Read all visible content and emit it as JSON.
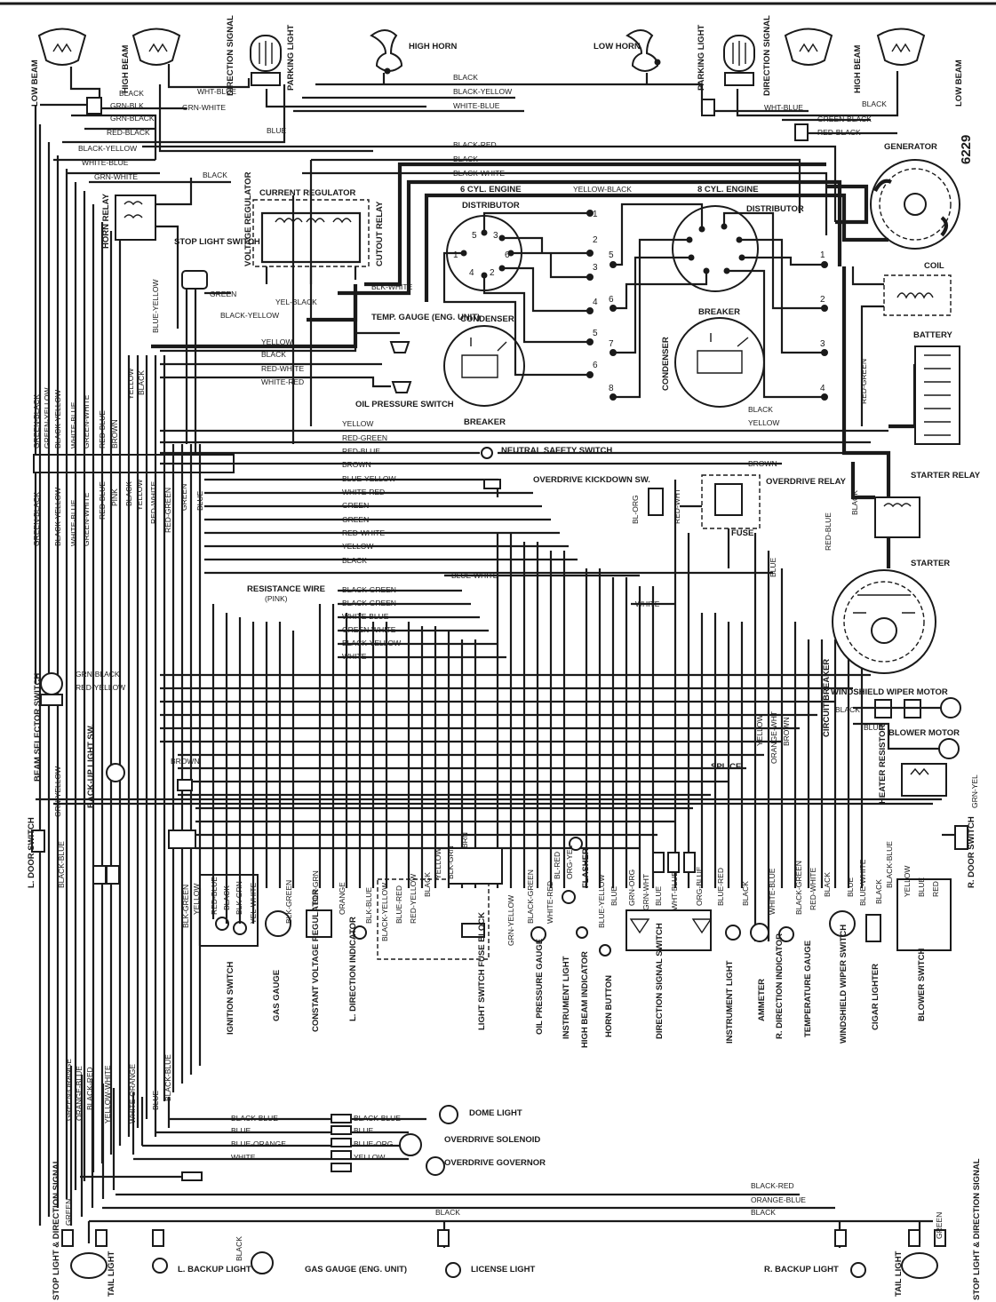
{
  "diagram_id": "6229",
  "components": {
    "low_beam_left": "LOW BEAM",
    "high_beam_left": "HIGH BEAM",
    "direction_signal_left": "DIRECTION SIGNAL",
    "parking_light_left": "PARKING LIGHT",
    "high_horn": "HIGH HORN",
    "low_horn": "LOW HORN",
    "parking_light_right": "PARKING LIGHT",
    "direction_signal_right": "DIRECTION SIGNAL",
    "high_beam_right": "HIGH BEAM",
    "low_beam_right": "LOW BEAM",
    "generator": "GENERATOR",
    "current_regulator": "CURRENT REGULATOR",
    "voltage_regulator": "VOLTAGE REGULATOR",
    "cutout_relay": "CUTOUT RELAY",
    "horn_relay": "HORN RELAY",
    "stop_light_switch": "STOP LIGHT SWITCH",
    "engine_6cyl": "6 CYL. ENGINE",
    "engine_8cyl": "8 CYL. ENGINE",
    "distributor_6": "DISTRIBUTOR",
    "distributor_8": "DISTRIBUTOR",
    "condenser_6": "CONDENSER",
    "condenser_8": "CONDENSER",
    "breaker_6": "BREAKER",
    "breaker_8": "BREAKER",
    "coil": "COIL",
    "battery": "BATTERY",
    "temp_gauge": "TEMP. GAUGE (ENG. UNIT)",
    "oil_pressure_switch": "OIL PRESSURE SWITCH",
    "neutral_safety_switch": "NEUTRAL SAFETY SWITCH",
    "overdrive_kickdown": "OVERDRIVE KICKDOWN SW.",
    "overdrive_relay": "OVERDRIVE RELAY",
    "fuse": "FUSE",
    "starter_relay": "STARTER RELAY",
    "starter": "STARTER",
    "resistance_wire": "RESISTANCE WIRE",
    "resistance_wire_color": "(PINK)",
    "windshield_wiper_motor": "WINDSHIELD WIPER MOTOR",
    "blower_motor": "BLOWER MOTOR",
    "circuit_breaker": "CIRCUIT BREAKER",
    "splice": "SPLICE",
    "heater_resistor": "HEATER RESISTOR",
    "beam_selector_switch": "BEAM SELECTOR SWITCH",
    "back_up_light_sw": "BACK-UP LIGHT SW.",
    "l_door_switch": "L. DOOR SWITCH",
    "r_door_switch": "R. DOOR SWITCH",
    "dome_light": "DOME LIGHT",
    "overdrive_solenoid": "OVERDRIVE SOLENOID",
    "overdrive_governor": "OVERDRIVE GOVERNOR",
    "stop_dir_left": "STOP LIGHT & DIRECTION SIGNAL",
    "tail_light_left": "TAIL LIGHT",
    "l_backup_light": "L. BACKUP LIGHT",
    "gas_gauge_eng": "GAS GAUGE (ENG. UNIT)",
    "license_light": "LICENSE LIGHT",
    "r_backup_light": "R. BACKUP LIGHT",
    "tail_light_right": "TAIL LIGHT",
    "stop_dir_right": "STOP LIGHT & DIRECTION SIGNAL",
    "flasher": "FLASHER"
  },
  "panel_labels": [
    "IGNITION SWITCH",
    "GAS GAUGE",
    "CONSTANT VOLTAGE REGULATOR",
    "L. DIRECTION INDICATOR",
    "LIGHT SWITCH FUSE BLOCK",
    "OIL PRESSURE GAUGE",
    "INSTRUMENT LIGHT",
    "HIGH BEAM INDICATOR",
    "HORN BUTTON",
    "DIRECTION SIGNAL SWITCH",
    "INSTRUMENT LIGHT",
    "AMMETER",
    "R. DIRECTION INDICATOR",
    "TEMPERATURE GAUGE",
    "WINDSHIELD WIPER SWITCH",
    "CIGAR LIGHTER",
    "BLOWER SWITCH"
  ],
  "wire_labels": {
    "front_left": [
      "BLACK",
      "GRN-BLK",
      "GRN-BLACK",
      "RED-BLACK",
      "BLACK-YELLOW",
      "WHITE-BLUE",
      "GRN-WHITE",
      "WHT-BLUE",
      "GRN-WHITE"
    ],
    "front_right": [
      "BLACK",
      "BLACK-YELLOW",
      "WHITE-BLUE",
      "WHT-BLUE",
      "GREEN-BLACK",
      "RED-BLACK",
      "BLACK",
      "BLACK-RED",
      "BLACK",
      "BLACK-WHITE",
      "YELLOW-BLACK"
    ],
    "regulator": [
      "BLACK",
      "YEL-BLACK",
      "BLK-WHITE",
      "GREEN",
      "BLACK-YELLOW",
      "YELLOW",
      "BLACK",
      "RED-WHITE",
      "WHITE-RED"
    ],
    "harness_right": [
      "YELLOW",
      "RED-GREEN",
      "RED-BLUE",
      "BROWN",
      "BLACK",
      "YELLOW",
      "BROWN",
      "BLACK",
      "RED-GREEN",
      "RED-BLUE"
    ],
    "mid": [
      "BLUE-YELLOW",
      "WHITE-RED",
      "GREEN",
      "GREEN",
      "RED-WHITE",
      "YELLOW",
      "BLACK",
      "BLUE",
      "BLUE-WHITE",
      "BLACK-GREEN",
      "BLACK-GREEN",
      "WHITE-BLUE",
      "GREEN-WHITE",
      "BLACK-YELLOW",
      "WHITE",
      "WHITE",
      "BL-ORG",
      "RED-WHT",
      "BLUE"
    ],
    "harness_vertical": [
      "GREEN-BLACK",
      "GREEN-YELLOW",
      "BLACK-YELLOW",
      "WHITE-BLUE",
      "GREEN-WHITE",
      "RED-BLUE",
      "BROWN",
      "GREEN-BLACK",
      "BLACK-YELLOW",
      "WHITE-BLUE",
      "GREEN-WHITE",
      "RED-BLUE",
      "PINK",
      "BLACK",
      "YELLOW",
      "RED-WHITE",
      "RED-GREEN",
      "GREEN",
      "BLUE-YELLOW",
      "YELLOW",
      "BLACK",
      "BLUE"
    ],
    "lower_left": [
      "GRN-BLACK",
      "RED-YELLOW",
      "BROWN",
      "GRN-YELLOW",
      "BLACK-BLUE"
    ],
    "panel": [
      "BLK-GREEN",
      "YELLOW",
      "RED-BLUE",
      "BLACK",
      "BLK-GRN",
      "YEL-WHITE",
      "BLK-GREEN",
      "BLK-GRN",
      "ORANGE",
      "BLK-BLUE",
      "BLACK-YELLOW",
      "BLUE-RED",
      "RED-YELLOW",
      "BLACK",
      "YELLOW",
      "BLK-GRN",
      "BRN",
      "GRN-YELLOW",
      "BLACK-GREEN",
      "WHITE-RED",
      "BL-RED",
      "ORG-YEL",
      "BLUE-YELLOW",
      "BLUE",
      "GRN-ORG",
      "GRN-WHT",
      "BLUE",
      "WHT-BLUE",
      "ORG-BLUE",
      "BLUE-RED",
      "BLACK",
      "WHITE-BLUE",
      "BLACK-GREEN",
      "RED-WHITE",
      "BLACK",
      "BLUE",
      "BLUE-WHITE",
      "BLACK",
      "BLACK-BLUE",
      "YELLOW",
      "BLUE",
      "RED",
      "YELLOW",
      "ORANGE-WHT",
      "BROWN",
      "BLACK",
      "BLUE",
      "GRN-YEL"
    ],
    "rear": [
      "GREEN-ORANGE",
      "ORANGE-BLUE",
      "BLACK-RED",
      "YELLOW-WHITE",
      "WHITE-ORANGE",
      "BLUE",
      "BLACK-BLUE",
      "BLACK-BLUE",
      "BLACK-BLUE",
      "BLUE",
      "BLUE",
      "BLUE-ORANGE",
      "BLUE-ORG",
      "WHITE",
      "YELLOW",
      "BLACK-RED",
      "ORANGE-BLUE",
      "BLACK",
      "BLACK",
      "GREEN",
      "BLACK",
      "GREEN"
    ]
  }
}
